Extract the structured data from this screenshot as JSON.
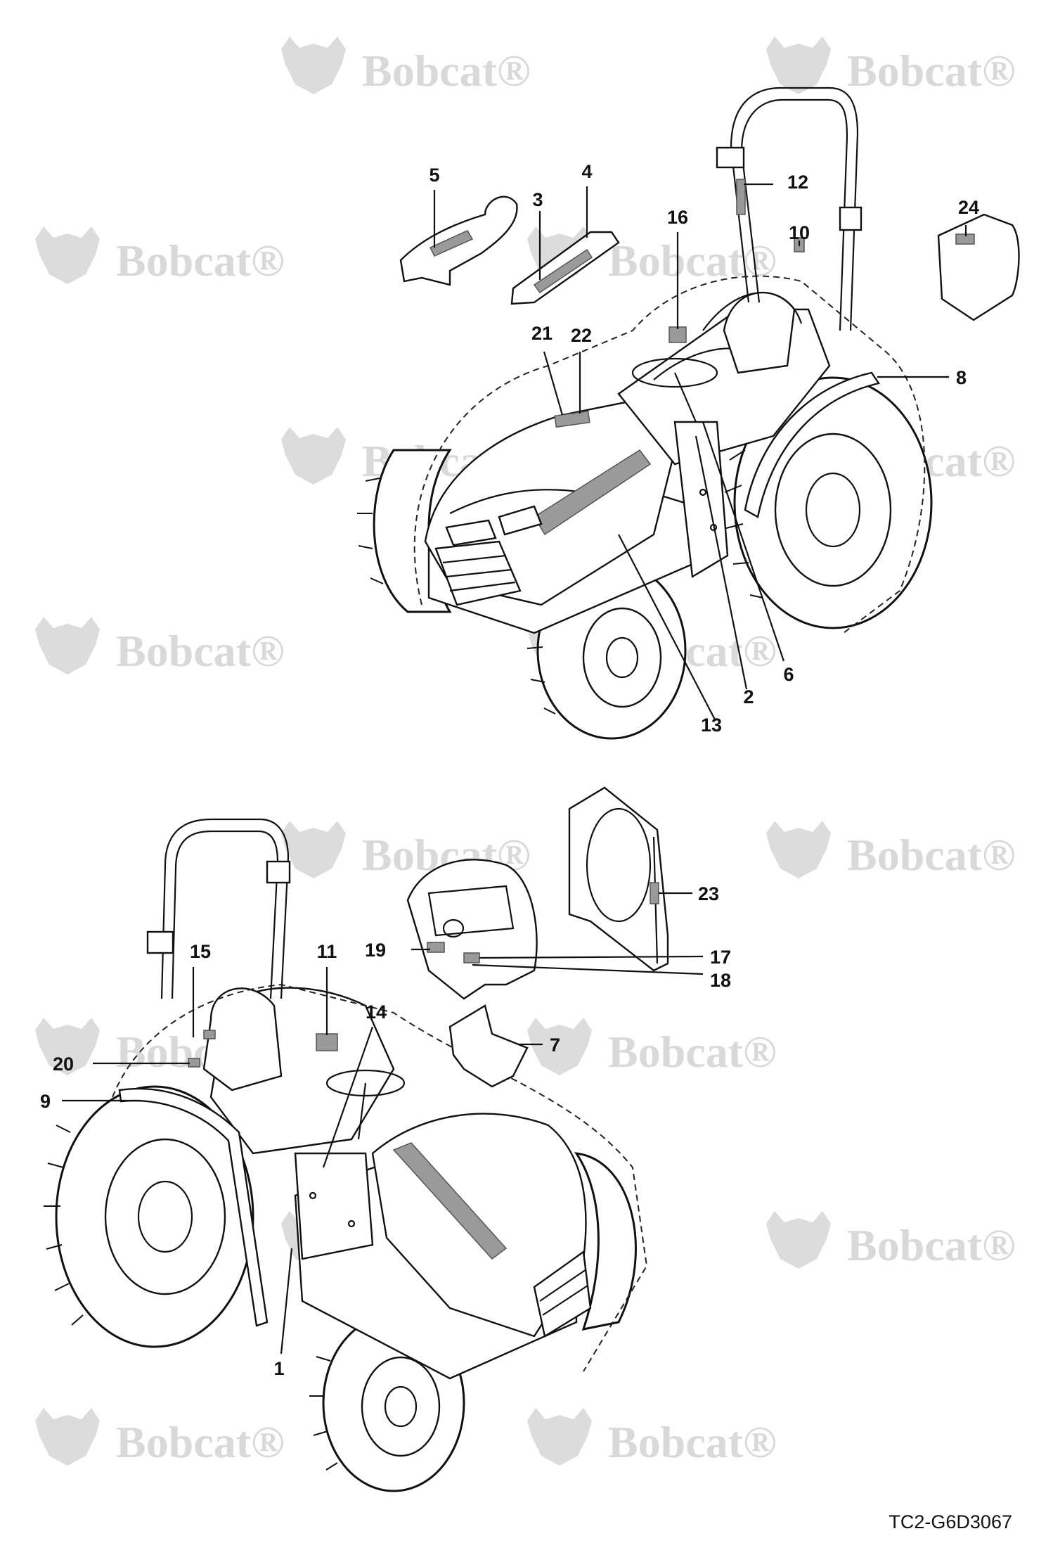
{
  "watermark": {
    "brand": "Bobcat",
    "trademark": "®"
  },
  "drawing_code": "TC2-G6D3067",
  "callouts": {
    "c1": "1",
    "c2": "2",
    "c3": "3",
    "c4": "4",
    "c5": "5",
    "c6": "6",
    "c7": "7",
    "c8": "8",
    "c9": "9",
    "c10": "10",
    "c11": "11",
    "c12": "12",
    "c13": "13",
    "c14": "14",
    "c15": "15",
    "c16": "16",
    "c17": "17",
    "c18": "18",
    "c19": "19",
    "c20": "20",
    "c21": "21",
    "c22": "22",
    "c23": "23",
    "c24": "24"
  }
}
